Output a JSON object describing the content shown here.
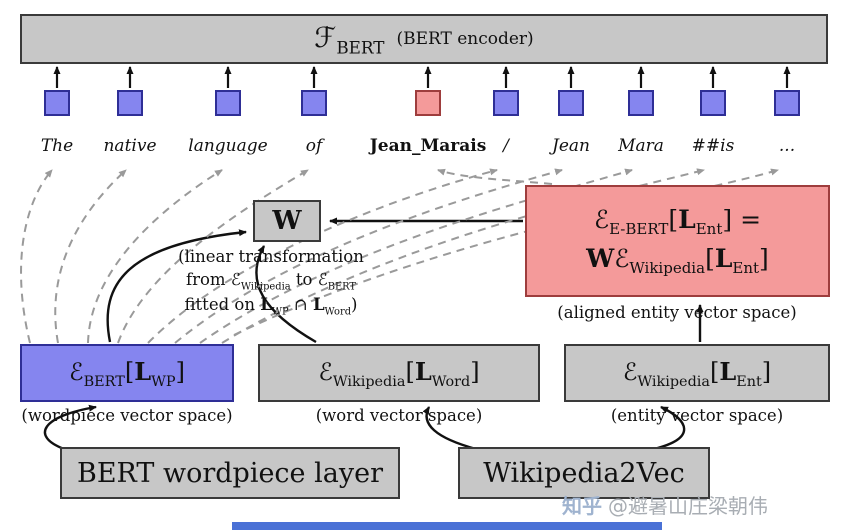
{
  "colors": {
    "wordpiece_blue": "#8585ef",
    "entity_pink": "#f49a9a",
    "box_gray": "#c7c7c7",
    "dashed_arrow_gray": "#9a9a9a",
    "solid_arrow_black": "#111111",
    "bottom_bar_blue": "#4a71d6"
  },
  "encoder": {
    "label_math": [
      {
        "t": "ℱ"
      },
      {
        "t": "BERT",
        "sub": true
      }
    ],
    "caption": "(BERT encoder)"
  },
  "tokens": [
    {
      "text": "The"
    },
    {
      "text": "native"
    },
    {
      "text": "language"
    },
    {
      "text": "of"
    },
    {
      "text": "Jean_Marais",
      "emphasis": "bold"
    },
    {
      "text": "/"
    },
    {
      "text": "Jean"
    },
    {
      "text": "Mara"
    },
    {
      "text": "##is"
    },
    {
      "text": "..."
    }
  ],
  "w_box": {
    "label_math": [
      {
        "t": "W",
        "b": true
      }
    ],
    "caption_lines": [
      [
        {
          "t": "(linear transformation"
        }
      ],
      [
        {
          "t": "from "
        },
        {
          "t": "ℰ"
        },
        {
          "t": "Wikipedia",
          "sub": true
        },
        {
          "t": " to "
        },
        {
          "t": "ℰ"
        },
        {
          "t": "BERT",
          "sub": true
        }
      ],
      [
        {
          "t": "fitted on "
        },
        {
          "t": "L",
          "bb": true
        },
        {
          "t": "WP",
          "sub": true
        },
        {
          "t": " ∩ "
        },
        {
          "t": "L",
          "bb": true
        },
        {
          "t": "Word",
          "sub": true
        },
        {
          "t": ")"
        }
      ]
    ]
  },
  "aligned_box": {
    "line1": [
      {
        "t": "ℰ"
      },
      {
        "t": "E-BERT",
        "sub": true
      },
      {
        "t": "["
      },
      {
        "t": "L",
        "bb": true
      },
      {
        "t": "Ent",
        "sub": true
      },
      {
        "t": "] ="
      }
    ],
    "line2": [
      {
        "t": "W",
        "b": true
      },
      {
        "t": "ℰ"
      },
      {
        "t": "Wikipedia",
        "sub": true
      },
      {
        "t": "["
      },
      {
        "t": "L",
        "bb": true
      },
      {
        "t": "Ent",
        "sub": true
      },
      {
        "t": "]"
      }
    ],
    "caption": "(aligned entity vector space)"
  },
  "spaces": {
    "wordpiece": {
      "label_math": [
        {
          "t": "ℰ"
        },
        {
          "t": "BERT",
          "sub": true
        },
        {
          "t": "["
        },
        {
          "t": "L",
          "bb": true
        },
        {
          "t": "WP",
          "sub": true
        },
        {
          "t": "]"
        }
      ],
      "caption": "(wordpiece vector space)"
    },
    "word": {
      "label_math": [
        {
          "t": "ℰ"
        },
        {
          "t": "Wikipedia",
          "sub": true
        },
        {
          "t": "["
        },
        {
          "t": "L",
          "bb": true
        },
        {
          "t": "Word",
          "sub": true
        },
        {
          "t": "]"
        }
      ],
      "caption": "(word vector space)"
    },
    "entity": {
      "label_math": [
        {
          "t": "ℰ"
        },
        {
          "t": "Wikipedia",
          "sub": true
        },
        {
          "t": "["
        },
        {
          "t": "L",
          "bb": true
        },
        {
          "t": "Ent",
          "sub": true
        },
        {
          "t": "]"
        }
      ],
      "caption": "(entity vector space)"
    }
  },
  "sources": {
    "bert_layer": "BERT wordpiece layer",
    "wikipedia2vec": "Wikipedia2Vec"
  },
  "watermark": {
    "logo": "知乎",
    "handle": "@避暑山庄梁朝伟"
  }
}
